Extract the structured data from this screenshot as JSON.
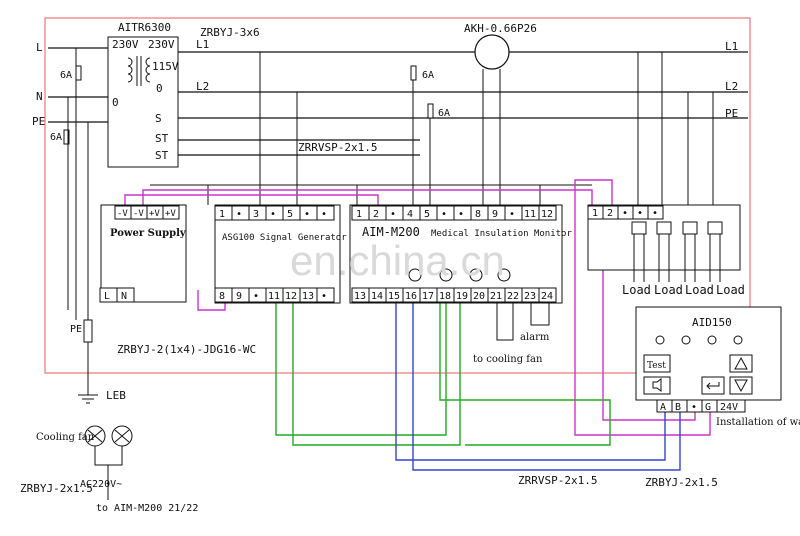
{
  "transformer": {
    "name": "AITR6300",
    "v_in": "230V",
    "v_out": "230V",
    "v_115": "115V",
    "v_0_left": "0",
    "v_0_right": "0",
    "out_l1": "L1",
    "out_l2": "L2",
    "out_s": "S",
    "out_st1": "ST",
    "out_st2": "ST"
  },
  "cables": {
    "zrbyj_3x6": "ZRBYJ-3x6",
    "zrrvsp_top": "ZRRVSP-2x1.5",
    "zrbyj_jdg": "ZRBYJ-2(1x4)-JDG16-WC",
    "zrrvsp_bottom": "ZRRVSP-2x1.5",
    "zrbyj_bottom": "ZRBYJ-2x1.5",
    "zrbyj_fan": "ZRBYJ-2x1.5"
  },
  "meter": {
    "name": "AKH-0.66P26"
  },
  "lines": {
    "l1_left": "L",
    "n_left": "N",
    "pe_left": "PE",
    "l1_right": "L1",
    "l2_right": "L2",
    "pe_right": "PE",
    "pe_terminal": "PE",
    "leb": "LEB"
  },
  "fuses": {
    "f1": "6A",
    "f2": "6A",
    "f3": "6A",
    "f4": "6A"
  },
  "power_supply": {
    "title": "Power Supply",
    "terminals_top": [
      "-V",
      "-V",
      "+V",
      "+V"
    ],
    "terminals_bottom": [
      "L",
      "N"
    ]
  },
  "asg": {
    "title": "ASG100 Signal Generator",
    "terminals_top": [
      "1",
      "•",
      "3",
      "•",
      "5",
      "•",
      "•"
    ],
    "terminals_bottom": [
      "8",
      "9",
      "•",
      "11",
      "12",
      "13",
      "•"
    ]
  },
  "aim": {
    "model": "AIM-M200",
    "title": "Medical Insulation Monitor",
    "terminals_top": [
      "1",
      "2",
      "•",
      "4",
      "5",
      "•",
      "•",
      "8",
      "9",
      "•",
      "11",
      "12"
    ],
    "terminals_bottom": [
      "13",
      "14",
      "15",
      "16",
      "17",
      "18",
      "19",
      "20",
      "21",
      "22",
      "23",
      "24"
    ]
  },
  "relay": {
    "terminals": [
      "1",
      "2",
      "•",
      "•",
      "•"
    ]
  },
  "loads": [
    "Load",
    "Load",
    "Load",
    "Load"
  ],
  "labels": {
    "alarm": "alarm",
    "to_cooling_fan": "to cooling fan",
    "cooling_fan": "Cooling fan",
    "ac220": "AC220V~",
    "to_aim": "to AIM-M200 21/22",
    "installation": "Installation of wall in operating room or nurses' station"
  },
  "aid": {
    "title": "AID150",
    "test": "Test",
    "terminals": [
      "A",
      "B",
      "•",
      "G",
      "24V"
    ]
  },
  "watermark": "en.china.cn",
  "colors": {
    "frame": "#e85a5a",
    "magenta": "#cc33cc",
    "green": "#22aa22",
    "blue": "#3344cc",
    "ink": "#111111"
  }
}
